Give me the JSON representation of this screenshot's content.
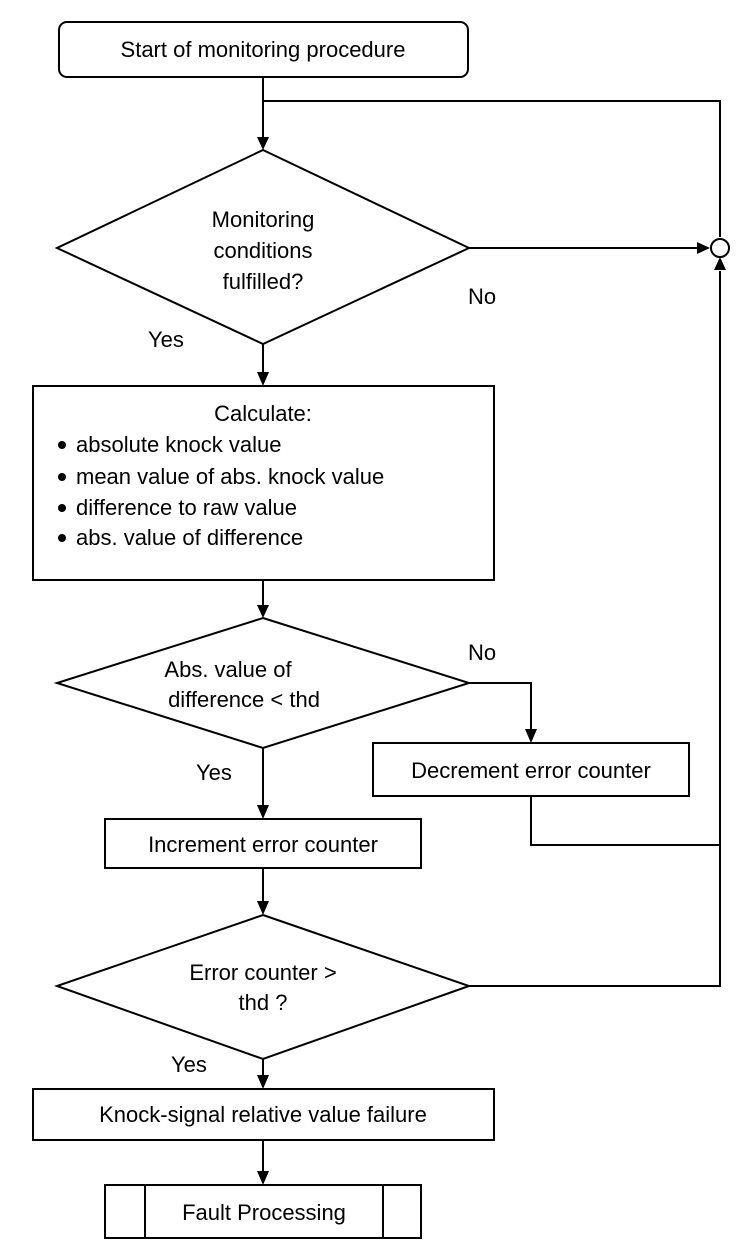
{
  "diagram": {
    "start": "Start of monitoring procedure",
    "decision_conditions": {
      "lines": [
        "Monitoring",
        "conditions",
        "fulfilled?"
      ],
      "yes": "Yes",
      "no": "No"
    },
    "calculate": {
      "heading": "Calculate:",
      "items": [
        "absolute knock value",
        "mean value of abs. knock value",
        "difference to raw value",
        "abs. value of difference"
      ]
    },
    "decision_difference": {
      "lines": [
        "Abs. value of",
        "difference < thd"
      ],
      "yes": "Yes",
      "no": "No"
    },
    "decrement": "Decrement error counter",
    "increment": "Increment error counter",
    "decision_counter": {
      "lines": [
        "Error counter >",
        "thd ?"
      ],
      "yes": "Yes"
    },
    "failure": "Knock-signal relative value failure",
    "fault_processing": "Fault Processing"
  }
}
